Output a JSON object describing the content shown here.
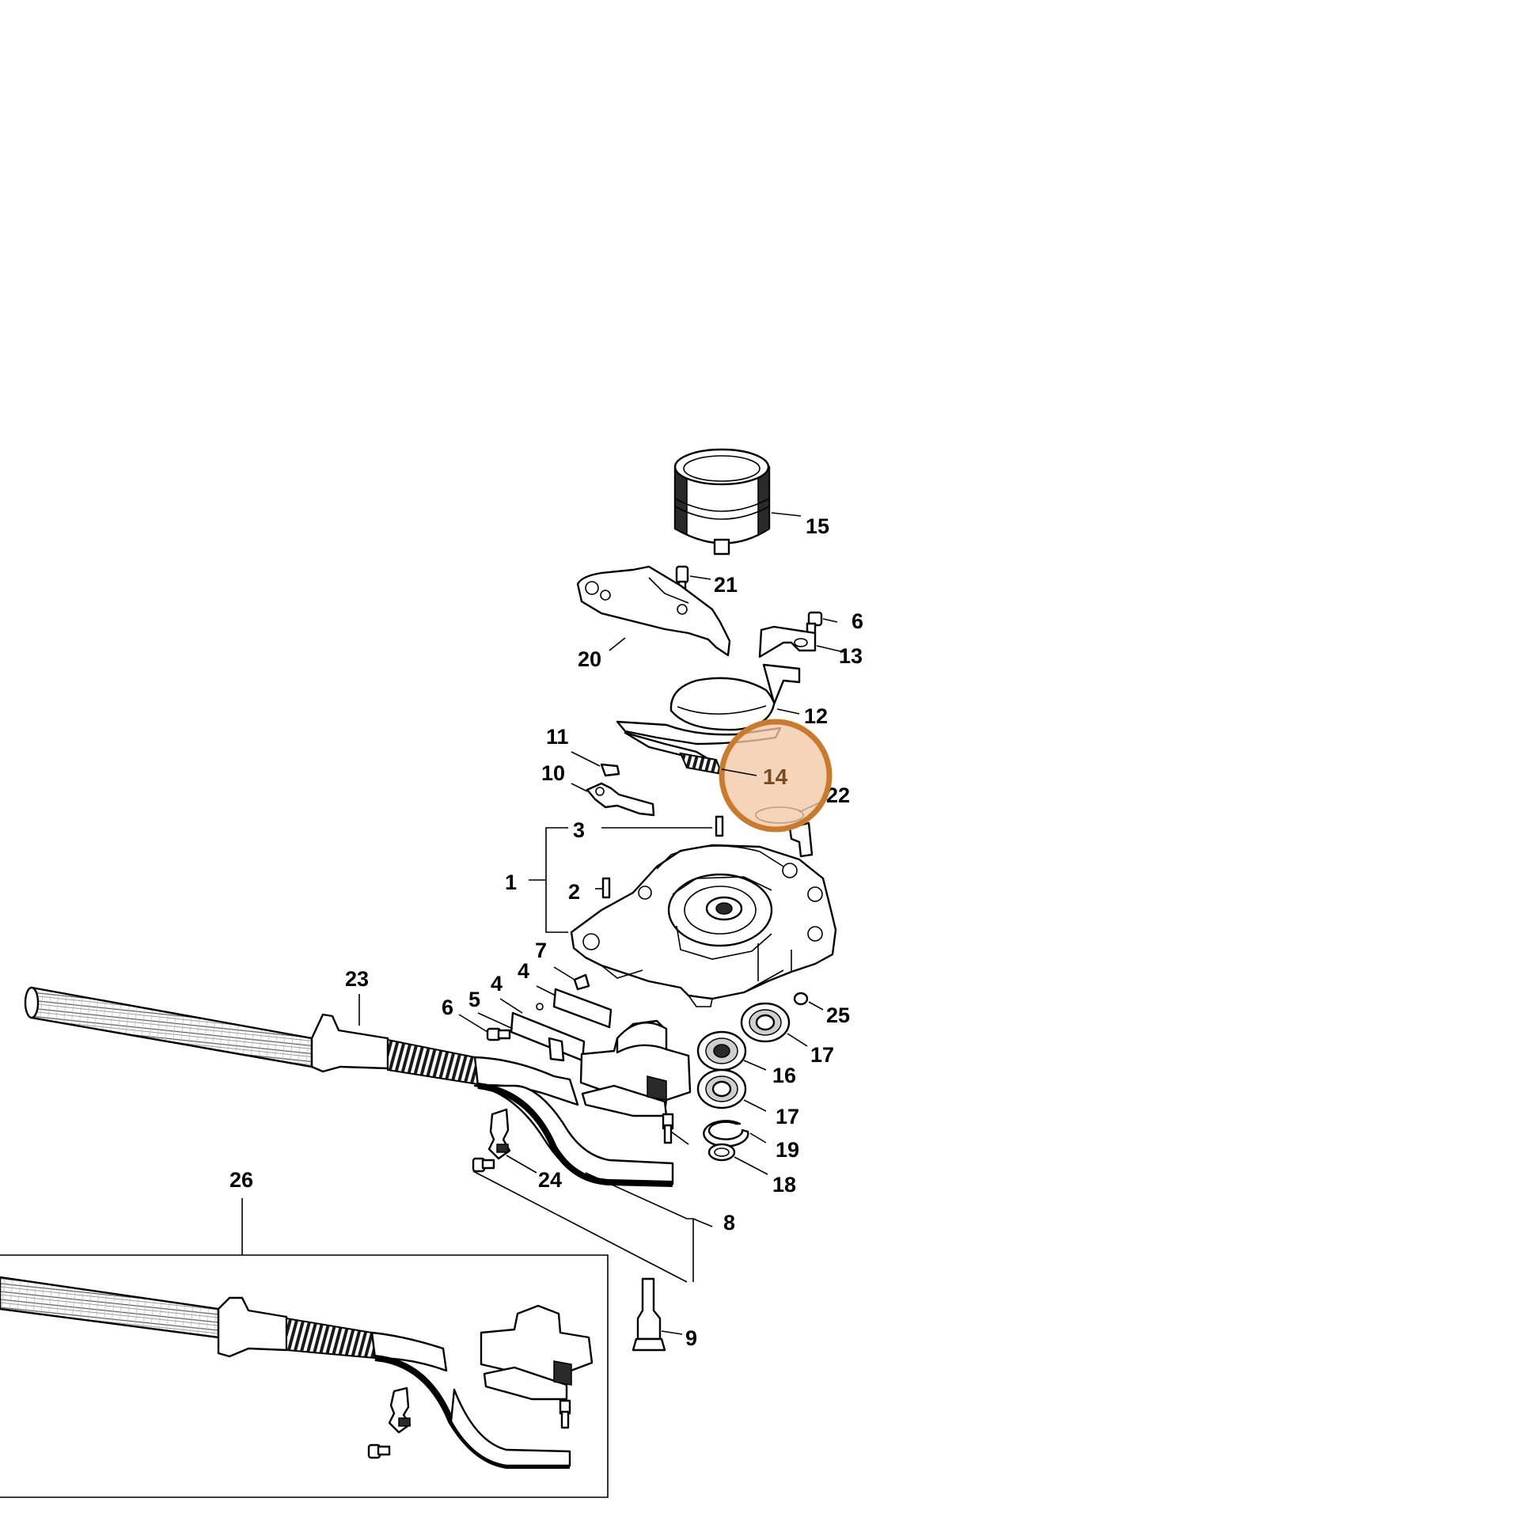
{
  "diagram": {
    "part_numbers": {
      "p1": "1",
      "p2": "2",
      "p3": "3",
      "p4a": "4",
      "p4b": "4",
      "p5": "5",
      "p6a": "6",
      "p6b": "6",
      "p7": "7",
      "p8": "8",
      "p9": "9",
      "p10": "10",
      "p11": "11",
      "p12": "12",
      "p13": "13",
      "p14": "14",
      "p15": "15",
      "p16": "16",
      "p17a": "17",
      "p17b": "17",
      "p18": "18",
      "p19": "19",
      "p20": "20",
      "p21": "21",
      "p22": "22",
      "p23": "23",
      "p24": "24",
      "p25": "25",
      "p26": "26"
    },
    "highlighted_part": "14",
    "highlight_color": "#c87a2e",
    "highlight_fill": "#f2c8a6"
  }
}
